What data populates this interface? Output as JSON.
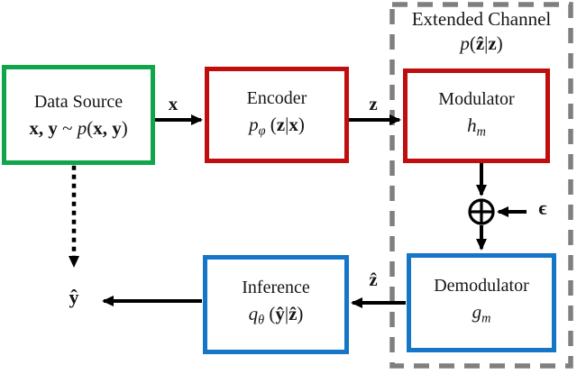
{
  "figure": {
    "boxes": {
      "data_source": {
        "title": "Data Source",
        "formula": [
          {
            "t": "x, y",
            "s": "b"
          },
          {
            "t": " ~ ",
            "s": ""
          },
          {
            "t": "p",
            "s": "i"
          },
          {
            "t": "(",
            "s": ""
          },
          {
            "t": "x, y",
            "s": "b"
          },
          {
            "t": ")",
            "s": ""
          }
        ]
      },
      "encoder": {
        "title": "Encoder",
        "formula": [
          {
            "t": "p",
            "s": "i"
          },
          {
            "t": "φ",
            "s": "is"
          },
          {
            "t": " (",
            "s": ""
          },
          {
            "t": "z",
            "s": "b"
          },
          {
            "t": "|",
            "s": ""
          },
          {
            "t": "x",
            "s": "b"
          },
          {
            "t": ")",
            "s": ""
          }
        ]
      },
      "modulator": {
        "title": "Modulator",
        "formula": [
          {
            "t": "h",
            "s": "i"
          },
          {
            "t": "m",
            "s": "is"
          }
        ]
      },
      "demodulator": {
        "title": "Demodulator",
        "formula": [
          {
            "t": "g",
            "s": "i"
          },
          {
            "t": "m",
            "s": "is"
          }
        ]
      },
      "inference": {
        "title": "Inference",
        "formula": [
          {
            "t": "q",
            "s": "i"
          },
          {
            "t": "θ",
            "s": "is"
          },
          {
            "t": " (",
            "s": ""
          },
          {
            "t": "ŷ",
            "s": "b"
          },
          {
            "t": "|",
            "s": ""
          },
          {
            "t": "ẑ",
            "s": "b"
          },
          {
            "t": ")",
            "s": ""
          }
        ]
      }
    },
    "extended_channel": {
      "title": "Extended Channel",
      "formula": [
        {
          "t": "p",
          "s": "i"
        },
        {
          "t": "(",
          "s": ""
        },
        {
          "t": "ẑ",
          "s": "b"
        },
        {
          "t": "|",
          "s": ""
        },
        {
          "t": "z",
          "s": "b"
        },
        {
          "t": ")",
          "s": ""
        }
      ]
    },
    "signal_labels": {
      "x": [
        {
          "t": "x",
          "s": "b"
        }
      ],
      "z": [
        {
          "t": "z",
          "s": "b"
        }
      ],
      "z_hat": [
        {
          "t": "ẑ",
          "s": "b"
        }
      ],
      "y_hat": [
        {
          "t": "ŷ",
          "s": "b"
        }
      ],
      "epsilon": [
        {
          "t": "ϵ",
          "s": "b"
        }
      ]
    },
    "colors": {
      "data_source_border": "#10a54b",
      "encoder_border": "#c00d0d",
      "modulator_border": "#c00d0d",
      "demodulator_border": "#1576c8",
      "inference_border": "#1576c8",
      "channel_border": "#7f7f7f",
      "arrow": "#000000"
    }
  }
}
